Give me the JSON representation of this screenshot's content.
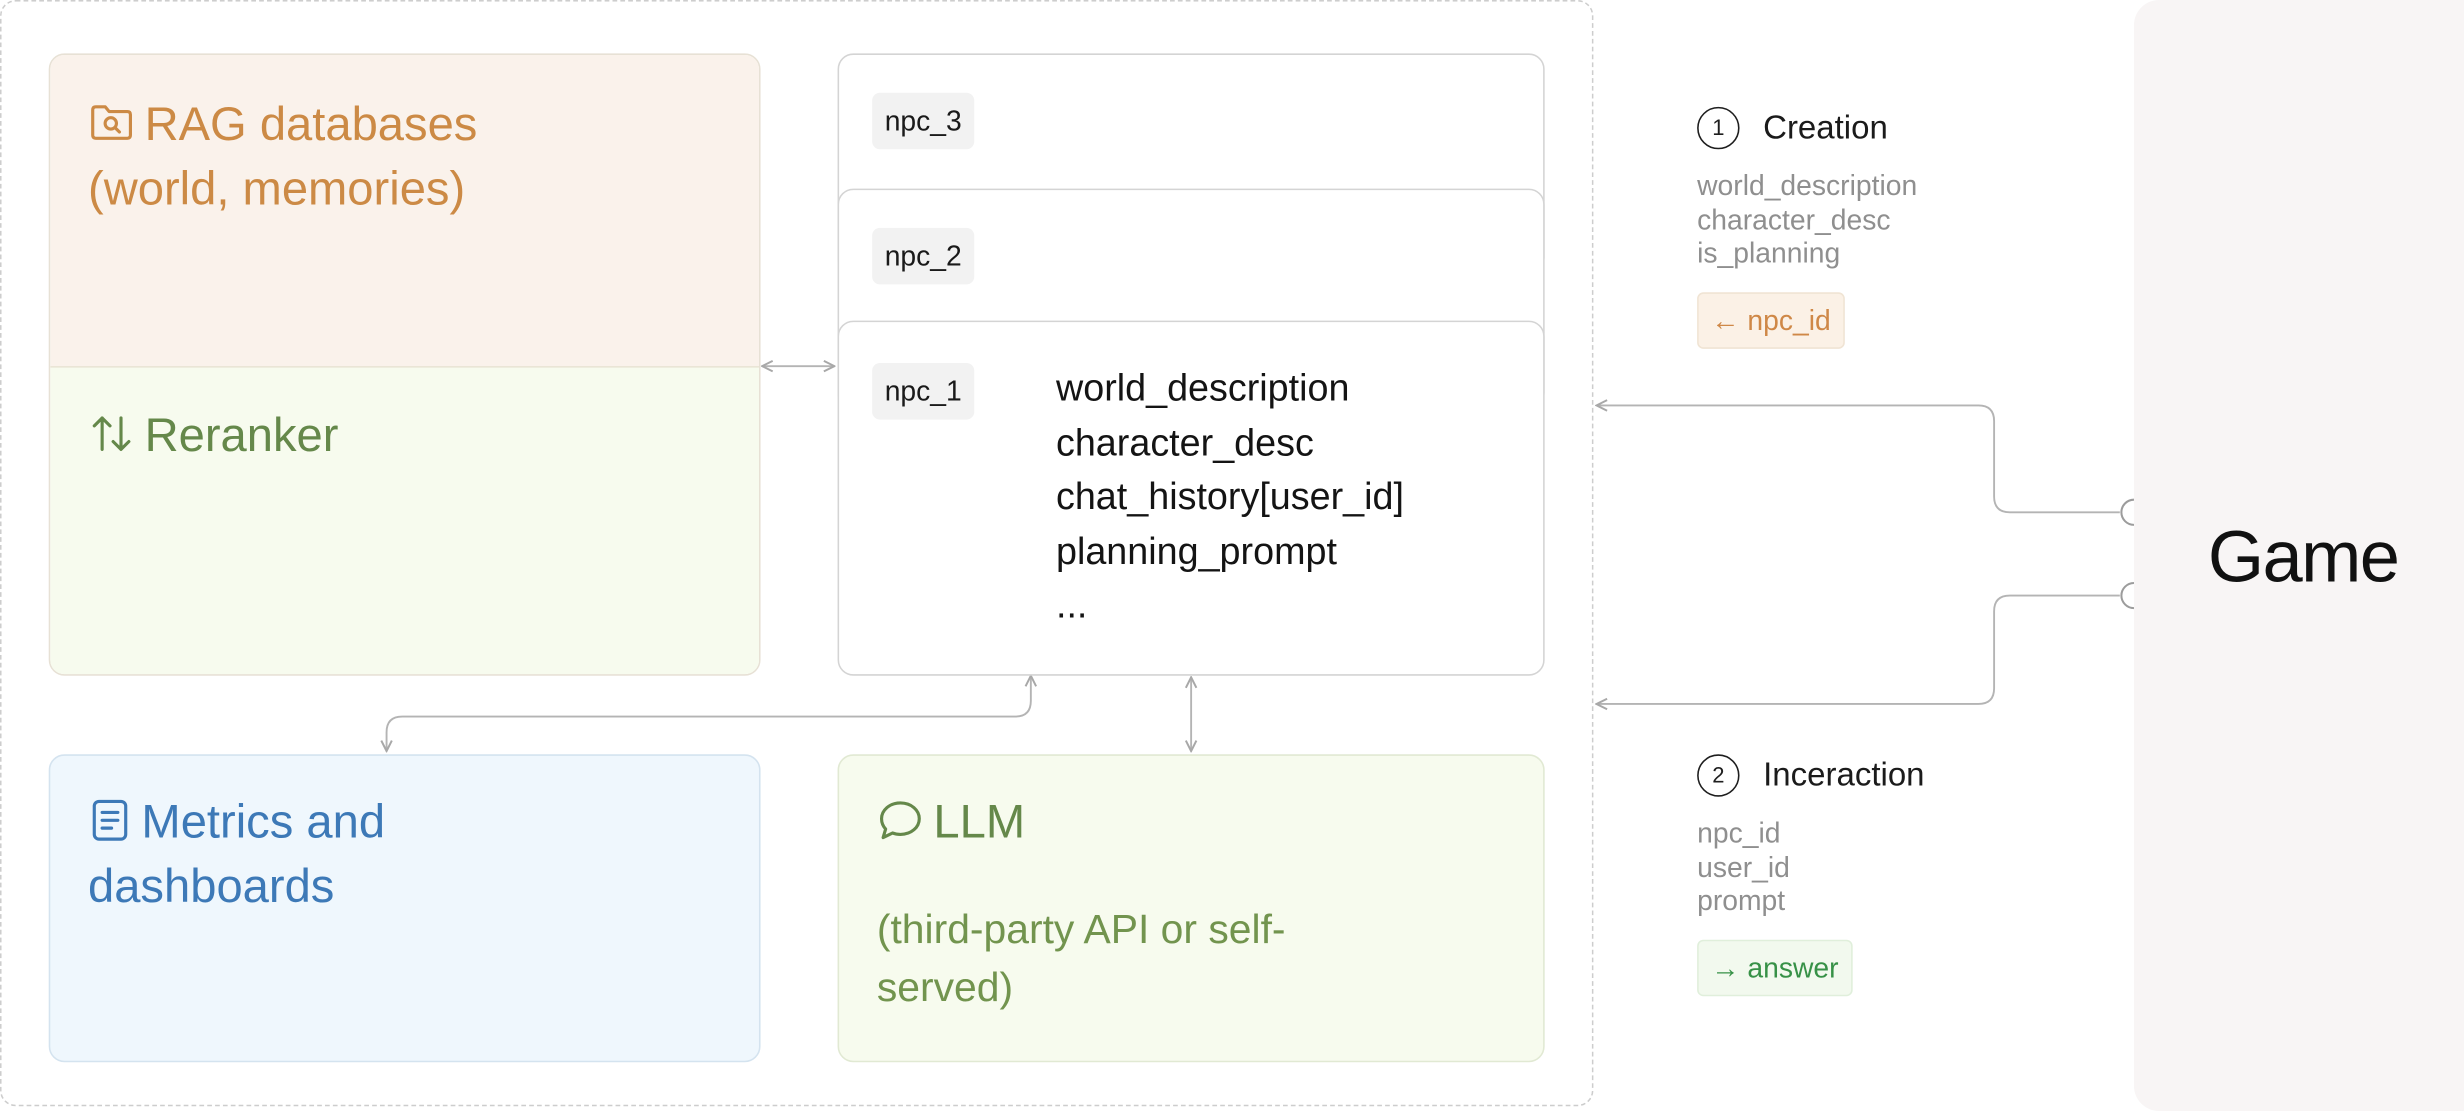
{
  "rag": {
    "title": "RAG databases (world, memories)",
    "icon": "folder-search-icon"
  },
  "reranker": {
    "title": "Reranker",
    "icon": "arrows-up-down-icon"
  },
  "npcs": {
    "npc_3": "npc_3",
    "npc_2": "npc_2",
    "npc_1": "npc_1",
    "fields": [
      "world_description",
      "character_desc",
      "chat_history[user_id]",
      "planning_prompt",
      "..."
    ]
  },
  "metrics": {
    "title": "Metrics and dashboards",
    "icon": "document-icon"
  },
  "llm": {
    "title": "LLM",
    "subtitle": "(third-party API or self-served)",
    "icon": "chat-bubble-icon"
  },
  "game": {
    "label": "Game"
  },
  "steps": [
    {
      "number": "1",
      "title": "Creation",
      "params": [
        "world_description",
        "character_desc",
        "is_planning"
      ],
      "result": "← npc_id"
    },
    {
      "number": "2",
      "title": "Inceraction",
      "params": [
        "npc_id",
        "user_id",
        "prompt"
      ],
      "result": "→ answer"
    }
  ],
  "colors": {
    "rag": "#cc8a45",
    "reranker": "#65884a",
    "metrics": "#3d79b7",
    "llm": "#65884a",
    "answer": "#379147"
  }
}
